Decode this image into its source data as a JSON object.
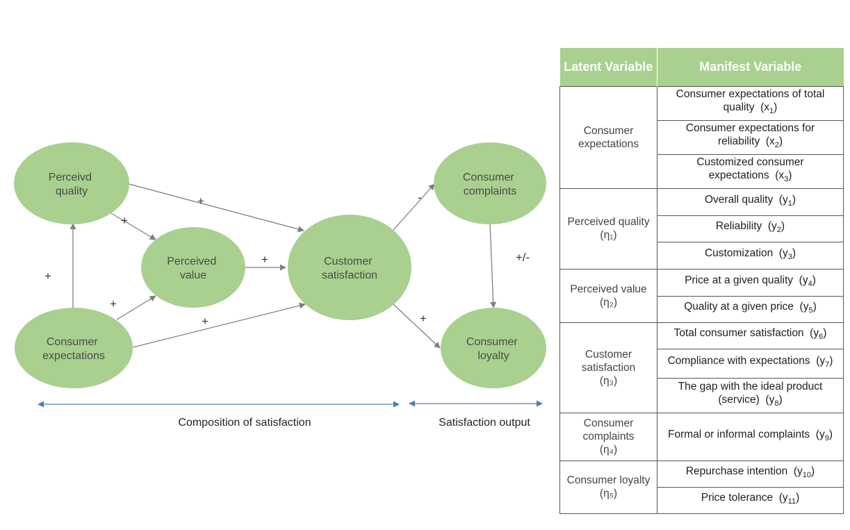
{
  "diagram": {
    "nodes": {
      "perceived_quality": [
        "Perceivd",
        "quality"
      ],
      "perceived_value": [
        "Perceived",
        "value"
      ],
      "consumer_expectations": [
        "Consumer",
        "expectations"
      ],
      "customer_satisfaction": [
        "Customer",
        "satisfaction"
      ],
      "consumer_complaints": [
        "Consumer",
        "complaints"
      ],
      "consumer_loyalty": [
        "Consumer",
        "loyalty"
      ]
    },
    "signs": {
      "pq_to_cs": "+",
      "pq_to_pv": "+",
      "ce_to_pq": "+",
      "ce_to_pv": "+",
      "pv_to_cs": "+",
      "ce_to_cs": "+",
      "cs_to_cc": "-",
      "cs_to_cl": "+",
      "cc_to_cl": "+/-"
    },
    "sections": {
      "composition": "Composition of satisfaction",
      "output": "Satisfaction output"
    }
  },
  "table": {
    "headers": {
      "latent": "Latent Variable",
      "manifest": "Manifest Variable"
    },
    "groups": [
      {
        "latent": "Consumer expectations",
        "symbol": "",
        "items": [
          {
            "text": "Consumer expectations of total quality",
            "var": "x",
            "sub": "1"
          },
          {
            "text": "Consumer expectations for reliability",
            "var": "x",
            "sub": "2"
          },
          {
            "text": "Customized consumer expectations",
            "var": "x",
            "sub": "3"
          }
        ]
      },
      {
        "latent": "Perceived quality",
        "symbol": "(η₁)",
        "items": [
          {
            "text": "Overall quality",
            "var": "y",
            "sub": "1"
          },
          {
            "text": "Reliability",
            "var": "y",
            "sub": "2"
          },
          {
            "text": "Customization",
            "var": "y",
            "sub": "3"
          }
        ]
      },
      {
        "latent": "Perceived value",
        "symbol": "(η₂)",
        "items": [
          {
            "text": "Price at a given quality",
            "var": "y",
            "sub": "4"
          },
          {
            "text": "Quality at a given price",
            "var": "y",
            "sub": "5"
          }
        ]
      },
      {
        "latent": "Customer satisfaction",
        "symbol": "(η₃)",
        "items": [
          {
            "text": "Total consumer satisfaction",
            "var": "y",
            "sub": "6"
          },
          {
            "text": "Compliance with expectations",
            "var": "y",
            "sub": "7"
          },
          {
            "text": "The gap with the ideal product (service)",
            "var": "y",
            "sub": "8"
          }
        ]
      },
      {
        "latent": "Consumer complaints",
        "symbol": "(η₄)",
        "items": [
          {
            "text": "Formal or informal complaints",
            "var": "y",
            "sub": "9"
          }
        ]
      },
      {
        "latent": "Consumer loyalty",
        "symbol": "(η₅)",
        "items": [
          {
            "text": "Repurchase intention",
            "var": "y",
            "sub": "10"
          },
          {
            "text": "Price tolerance",
            "var": "y",
            "sub": "11"
          }
        ]
      }
    ]
  },
  "colors": {
    "node_fill": "#a9d08e",
    "header_fill": "#a9d08e",
    "arrow": "#7f7f7f",
    "span_arrow": "#4a7ebb"
  }
}
